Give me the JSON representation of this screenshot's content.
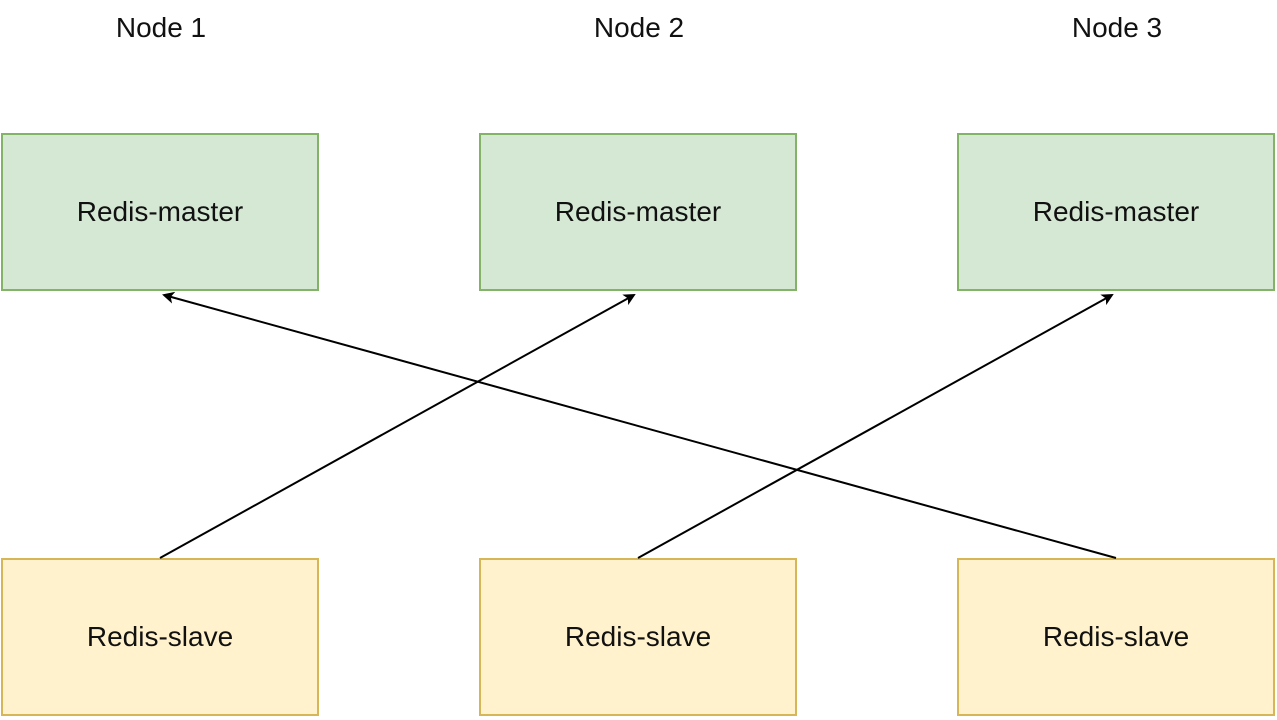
{
  "nodes": [
    {
      "header": "Node 1",
      "master_label": "Redis-master",
      "slave_label": "Redis-slave"
    },
    {
      "header": "Node 2",
      "master_label": "Redis-master",
      "slave_label": "Redis-slave"
    },
    {
      "header": "Node 3",
      "master_label": "Redis-master",
      "slave_label": "Redis-slave"
    }
  ],
  "replication_links": [
    {
      "from_slave_of": "Node 1",
      "to_master_of": "Node 2"
    },
    {
      "from_slave_of": "Node 2",
      "to_master_of": "Node 3"
    },
    {
      "from_slave_of": "Node 3",
      "to_master_of": "Node 1"
    }
  ],
  "colors": {
    "master_fill": "#d5e8d4",
    "master_border": "#82b366",
    "slave_fill": "#fff2cc",
    "slave_border": "#d6b656",
    "connector": "#000000"
  }
}
